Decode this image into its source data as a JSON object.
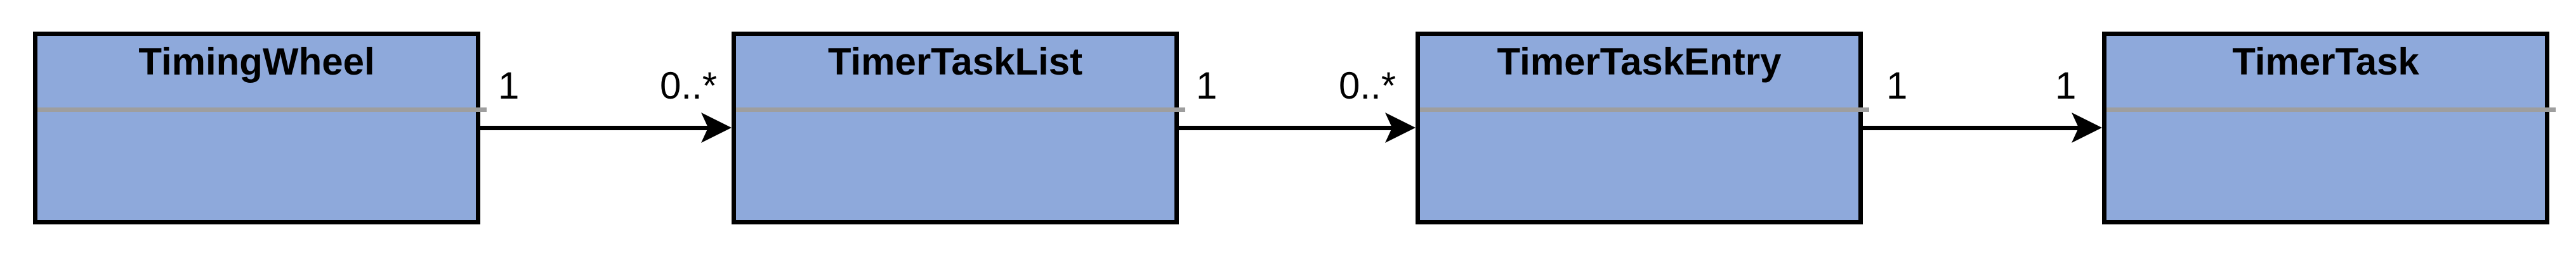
{
  "diagram": {
    "kind": "uml-class-diagram",
    "classes": [
      {
        "name": "TimingWheel"
      },
      {
        "name": "TimerTaskList"
      },
      {
        "name": "TimerTaskEntry"
      },
      {
        "name": "TimerTask"
      }
    ],
    "associations": [
      {
        "from": "TimingWheel",
        "to": "TimerTaskList",
        "source_multiplicity": "1",
        "target_multiplicity": "0..*"
      },
      {
        "from": "TimerTaskList",
        "to": "TimerTaskEntry",
        "source_multiplicity": "1",
        "target_multiplicity": "0..*"
      },
      {
        "from": "TimerTaskEntry",
        "to": "TimerTask",
        "source_multiplicity": "1",
        "target_multiplicity": "1"
      }
    ],
    "colors": {
      "box_fill": "#8EA9DB",
      "box_border": "#000000",
      "compartment_divider": "#9E9E9E",
      "arrow": "#000000",
      "text": "#000000",
      "background": "#FFFFFF"
    }
  }
}
